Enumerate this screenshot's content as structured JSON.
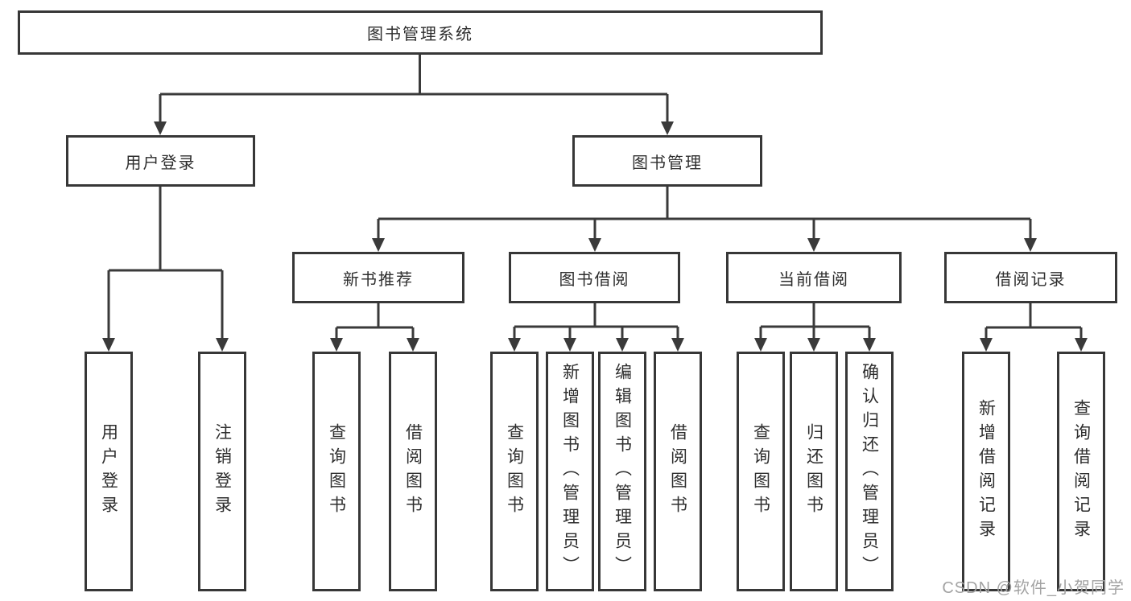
{
  "diagram": {
    "tree": {
      "label": "图书管理系统",
      "children": [
        {
          "label": "用户登录",
          "children": [
            {
              "label": "用户登录"
            },
            {
              "label": "注销登录"
            }
          ]
        },
        {
          "label": "图书管理",
          "children": [
            {
              "label": "新书推荐",
              "children": [
                {
                  "label": "查询图书"
                },
                {
                  "label": "借阅图书"
                }
              ]
            },
            {
              "label": "图书借阅",
              "children": [
                {
                  "label": "查询图书"
                },
                {
                  "label": "新增图书（管理员）"
                },
                {
                  "label": "编辑图书（管理员）"
                },
                {
                  "label": "借阅图书"
                }
              ]
            },
            {
              "label": "当前借阅",
              "children": [
                {
                  "label": "查询图书"
                },
                {
                  "label": "归还图书"
                },
                {
                  "label": "确认归还（管理员）"
                }
              ]
            },
            {
              "label": "借阅记录",
              "children": [
                {
                  "label": "新增借阅记录"
                },
                {
                  "label": "查询借阅记录"
                }
              ]
            }
          ]
        }
      ]
    },
    "colors": {
      "line": "#3a3a3a",
      "box_border": "#373737",
      "text": "#2e2e2e",
      "background": "#ffffff",
      "watermark": "#a3a3a3"
    }
  },
  "watermark": {
    "text": "CSDN @软件_小贺同学"
  }
}
